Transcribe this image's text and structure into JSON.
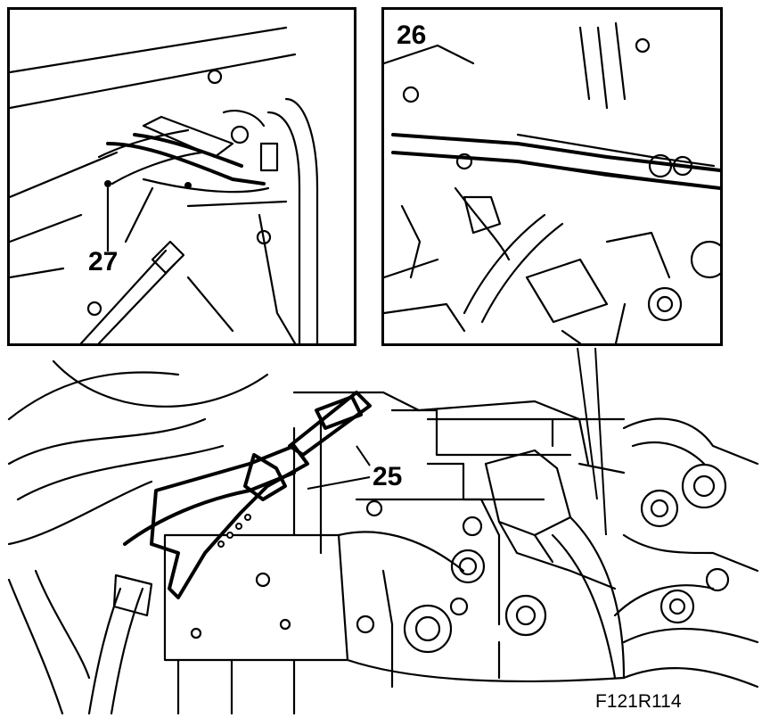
{
  "callouts": {
    "c27": "27",
    "c26": "26",
    "c25": "25"
  },
  "figure_code": "F121R114"
}
